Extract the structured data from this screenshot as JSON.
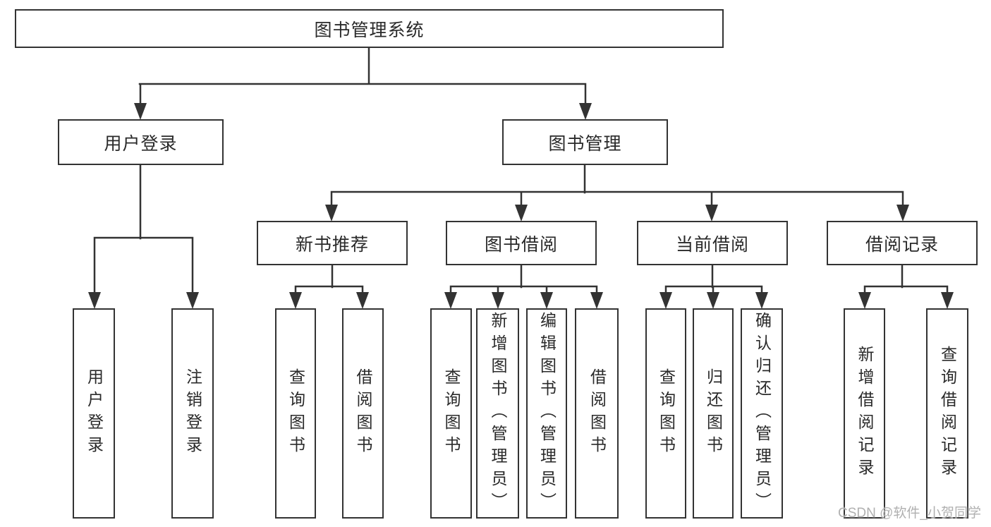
{
  "tree": {
    "root": "图书管理系统",
    "branches": [
      {
        "label": "用户登录",
        "children": [
          "用户登录",
          "注销登录"
        ]
      },
      {
        "label": "图书管理",
        "sections": [
          {
            "label": "新书推荐",
            "children": [
              "查询图书",
              "借阅图书"
            ]
          },
          {
            "label": "图书借阅",
            "children": [
              "查询图书",
              "新增图书（管理员）",
              "编辑图书（管理员）",
              "借阅图书"
            ]
          },
          {
            "label": "当前借阅",
            "children": [
              "查询图书",
              "归还图书",
              "确认归还（管理员）"
            ]
          },
          {
            "label": "借阅记录",
            "children": [
              "新增借阅记录",
              "查询借阅记录"
            ]
          }
        ]
      }
    ]
  },
  "watermark": "CSDN @软件_小贺同学",
  "colors": {
    "line": "#333333",
    "text": "#2a2a2a",
    "background": "#ffffff",
    "watermark": "#acacac"
  }
}
